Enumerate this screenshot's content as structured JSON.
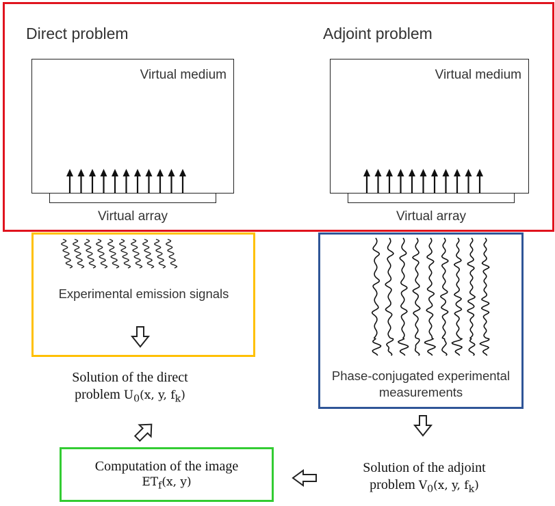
{
  "direct": {
    "heading": "Direct problem",
    "medium_label": "Virtual medium",
    "array_label": "Virtual array",
    "signals_label": "Experimental emission signals",
    "solution_line1": "Solution of the direct",
    "solution_prefix": "problem ",
    "solution_math": "U0(x, y, fk)"
  },
  "adjoint": {
    "heading": "Adjoint problem",
    "medium_label": "Virtual medium",
    "array_label": "Virtual array",
    "measurements_label": "Phase-conjugated experimental measurements",
    "solution_line1": "Solution of the adjoint",
    "solution_prefix": "problem ",
    "solution_math": "V0(x, y, fk)"
  },
  "image": {
    "line1": "Computation of the image",
    "math": "ETf(x, y)"
  },
  "colors": {
    "outer_frame": "#e0141e",
    "signals_frame": "#ffc000",
    "measurements_frame": "#2f5597",
    "image_frame": "#33cc33"
  },
  "icons": {
    "direct_arrows": "up-arrow-icon",
    "adjoint_arrows": "up-arrow-icon",
    "emission_waves": "wavy-signal-icon",
    "conjugated_traces": "seismic-trace-icon",
    "flow_arrow": "hollow-arrow-icon"
  }
}
